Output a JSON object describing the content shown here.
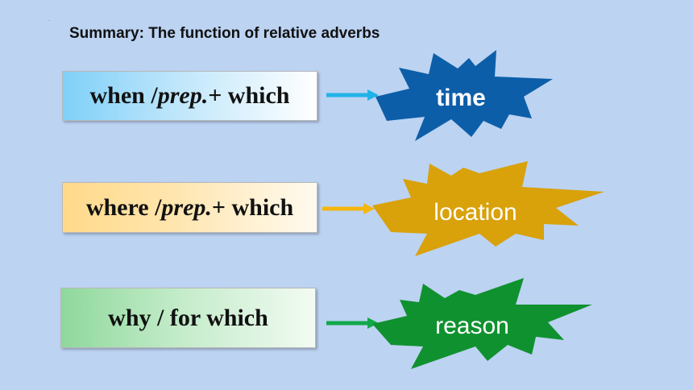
{
  "title": "Summary: The function of relative adverbs",
  "rows": [
    {
      "pre": "when / ",
      "italic": "prep.",
      "post": " + which",
      "result": "time",
      "arrow_color": "#21b3e8",
      "burst_color": "#0d5ea8"
    },
    {
      "pre": "where / ",
      "italic": "prep.",
      "post": " + which",
      "result": "location",
      "arrow_color": "#f5b60e",
      "burst_color": "#d9a10a"
    },
    {
      "text": "why / for which",
      "result": "reason",
      "arrow_color": "#12a84a",
      "burst_color": "#10912f"
    }
  ]
}
